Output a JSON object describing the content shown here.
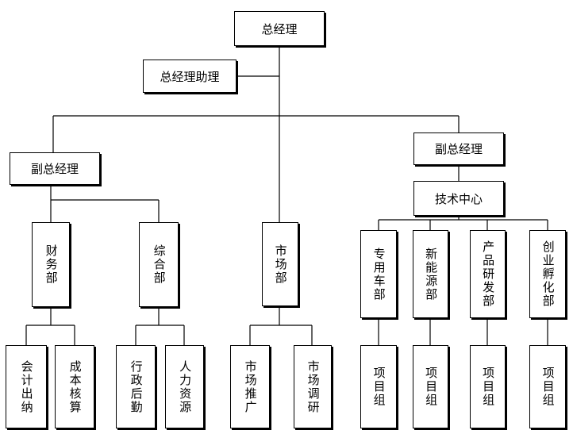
{
  "chart": {
    "gm": "总经理",
    "gm_assistant": "总经理助理",
    "vp_left": "副总经理",
    "vp_right": "副总经理",
    "tech_center": "技术中心",
    "finance": "财务部",
    "general": "综合部",
    "market": "市场部",
    "special_vehicle": "专用车部",
    "new_energy": "新能源部",
    "product_rd": "产品研发部",
    "incubation": "创业孵化部",
    "acc_cashier_l1": "会计",
    "acc_cashier_l2": "出纳",
    "cost_l1": "成本",
    "cost_l2": "核算",
    "admin_l1": "行政",
    "admin_l2": "后勤",
    "hr_l1": "人力",
    "hr_l2": "资源",
    "promo_l1": "市场",
    "promo_l2": "推广",
    "research_l1": "市场",
    "research_l2": "调研",
    "project_group": "项目组"
  }
}
